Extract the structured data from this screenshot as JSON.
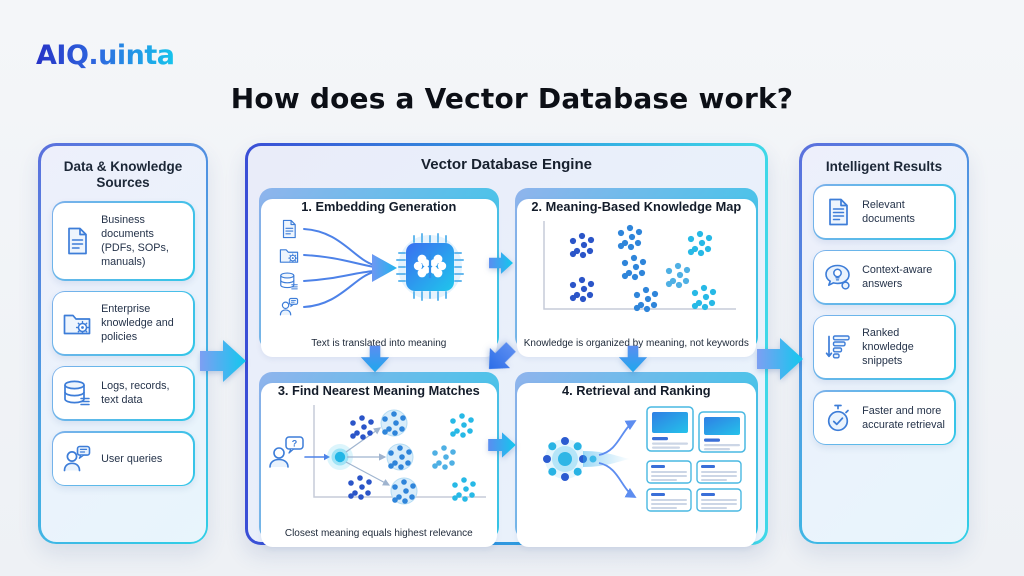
{
  "logo": {
    "text": "AIQ.uinta"
  },
  "title": "How does a Vector Database work?",
  "panels": {
    "sources": {
      "title": "Data & Knowledge Sources",
      "items": [
        {
          "icon": "document-icon",
          "label": "Business documents (PDFs, SOPs, manuals)"
        },
        {
          "icon": "folder-gear-icon",
          "label": "Enterprise knowledge and policies"
        },
        {
          "icon": "database-icon",
          "label": "Logs, records, text data"
        },
        {
          "icon": "user-query-icon",
          "label": "User queries"
        }
      ]
    },
    "engine": {
      "title": "Vector Database Engine",
      "steps": [
        {
          "title": "1. Embedding Generation",
          "caption": "Text is translated into meaning"
        },
        {
          "title": "2. Meaning-Based Knowledge Map",
          "caption": "Knowledge is organized by meaning, not keywords"
        },
        {
          "title": "3. Find Nearest Meaning Matches",
          "caption": "Closest meaning equals highest relevance",
          "query_glyph": "?"
        },
        {
          "title": "4. Retrieval and Ranking"
        }
      ]
    },
    "results": {
      "title": "Intelligent Results",
      "items": [
        {
          "icon": "document-lines-icon",
          "label": "Relevant documents"
        },
        {
          "icon": "chat-lightbulb-icon",
          "label": "Context-aware answers"
        },
        {
          "icon": "ranked-list-icon",
          "label": "Ranked knowledge snippets"
        },
        {
          "icon": "stopwatch-icon",
          "label": "Faster and more accurate retrieval"
        }
      ]
    }
  },
  "colors": {
    "accent_blue": "#2f6bdf",
    "accent_cyan": "#21c2e8",
    "cluster_dark_blue": "#2b55c8",
    "cluster_medium_blue": "#2f85da",
    "cluster_cyan": "#27b9e6",
    "text_dark": "#1b2637"
  }
}
